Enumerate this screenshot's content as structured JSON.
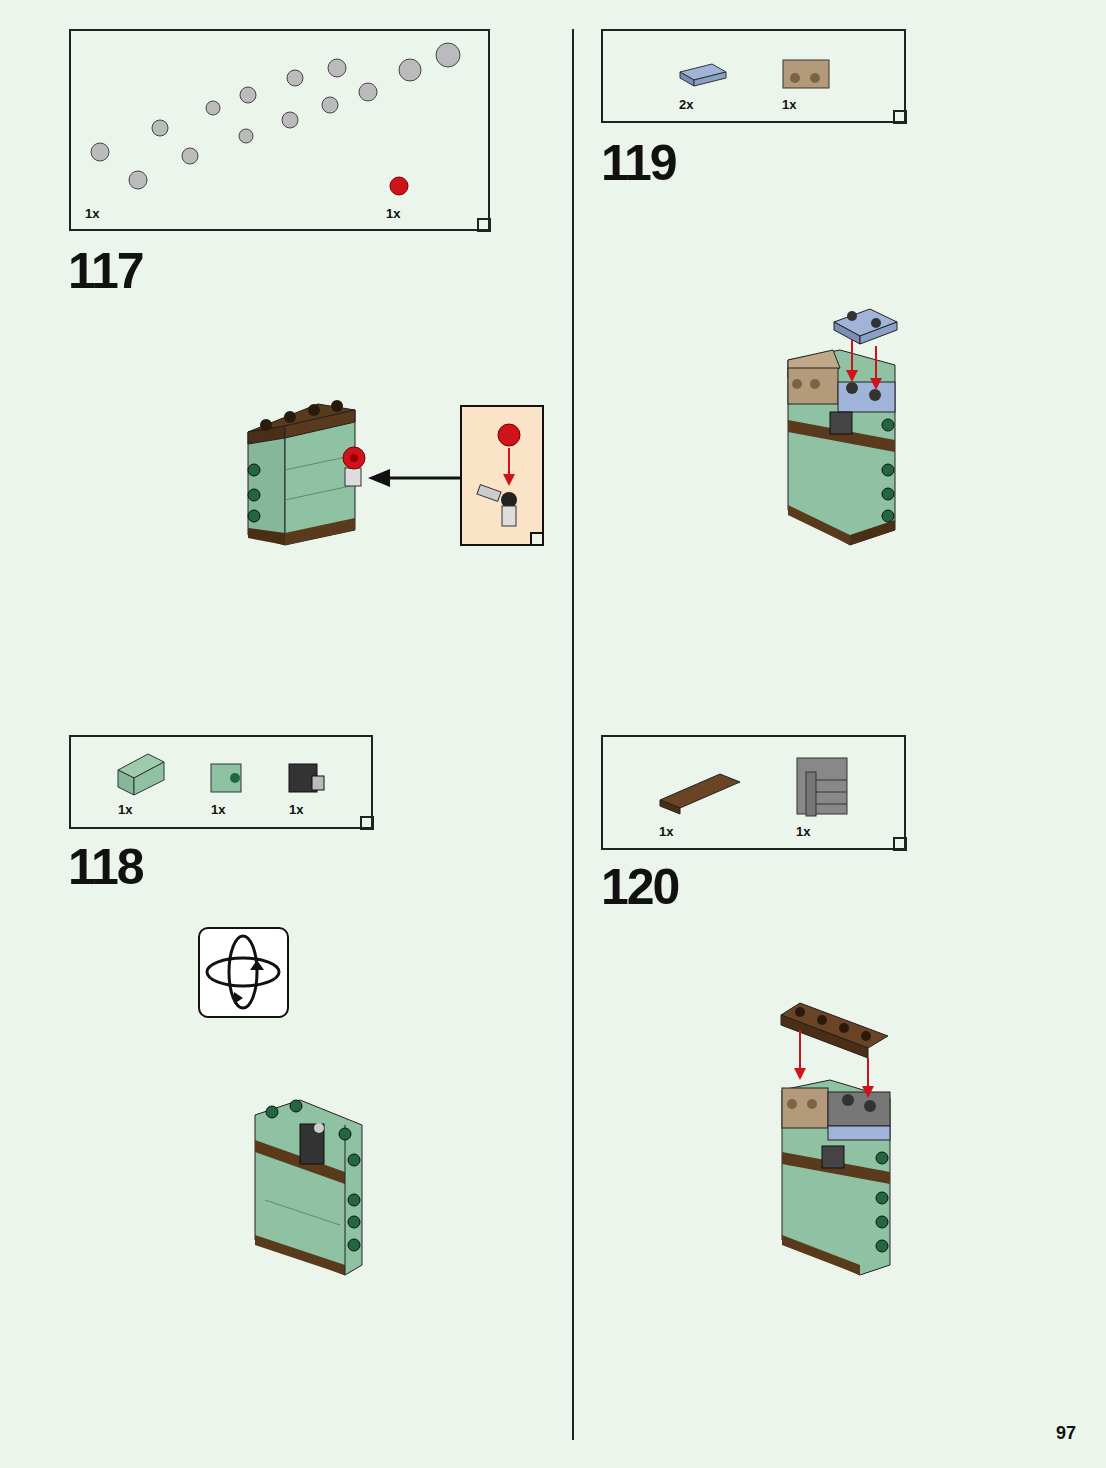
{
  "diagram": {
    "nodes": [
      {
        "text": [
          "1x",
          "1x"
        ]
      },
      {
        "text": [
          "2x",
          "1x"
        ]
      },
      {
        "text": [
          "1x",
          "1x",
          "1x"
        ]
      },
      {
        "text": [
          "1x",
          "1x"
        ]
      }
    ],
    "labels": [
      "117",
      "119",
      "118",
      "120",
      "97"
    ]
  }
}
